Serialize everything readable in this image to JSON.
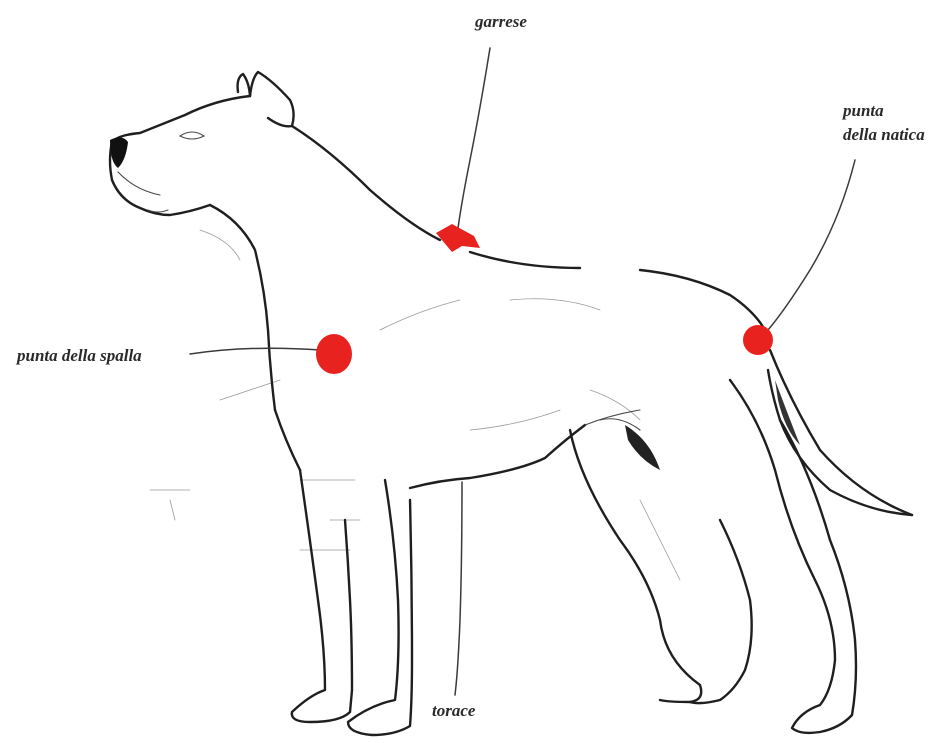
{
  "labels": {
    "withers": "garrese",
    "buttock_line1": "punta",
    "buttock_line2": "della natica",
    "shoulder": "punta della spalla",
    "chest": "torace"
  },
  "colors": {
    "marker": "#e8231f",
    "ink": "#1f1f1f",
    "background": "#ffffff"
  }
}
